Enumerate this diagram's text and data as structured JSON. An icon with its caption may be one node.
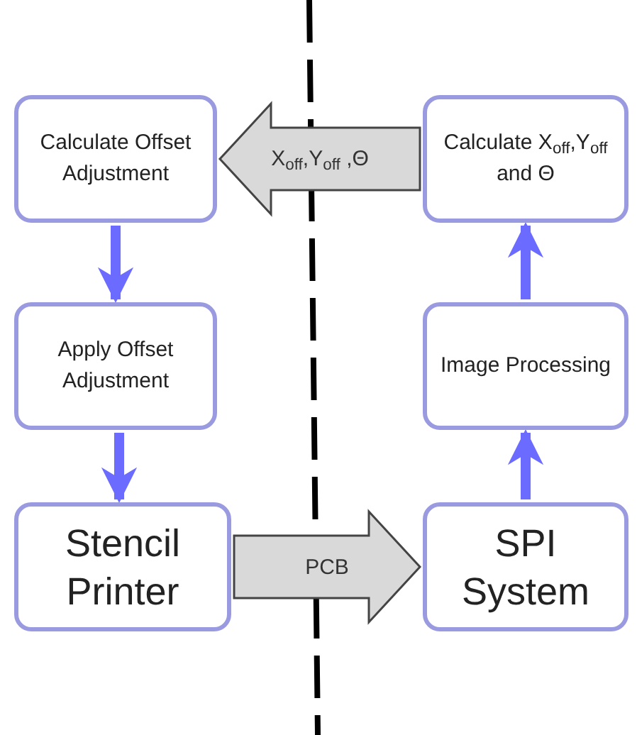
{
  "diagram": {
    "nodes": [
      {
        "text": [
          "Calculate Offset Adjustment"
        ]
      },
      {
        "text": [
          "Apply Offset Adjustment"
        ]
      },
      {
        "text": [
          "Stencil Printer"
        ]
      },
      {
        "text": [
          "Calculate X$_{off}$,Y$_{off}$ and Θ"
        ]
      },
      {
        "text": [
          "Image Processing"
        ]
      },
      {
        "text": [
          "SPI System"
        ]
      }
    ],
    "edges": [
      {
        "from": 0,
        "to": 1,
        "arrow": "to"
      },
      {
        "from": 1,
        "to": 2,
        "arrow": "to"
      },
      {
        "from": 2,
        "to": 5,
        "arrow": "to",
        "label": "PCB",
        "style": "thick",
        "color": "#d9d9d9"
      },
      {
        "from": 5,
        "to": 4,
        "arrow": "to"
      },
      {
        "from": 4,
        "to": 3,
        "arrow": "to"
      },
      {
        "from": 3,
        "to": 0,
        "arrow": "to",
        "label": "X$_{off}$,Y$_{off}$ ,Θ",
        "style": "thick",
        "color": "#d9d9d9"
      }
    ]
  }
}
